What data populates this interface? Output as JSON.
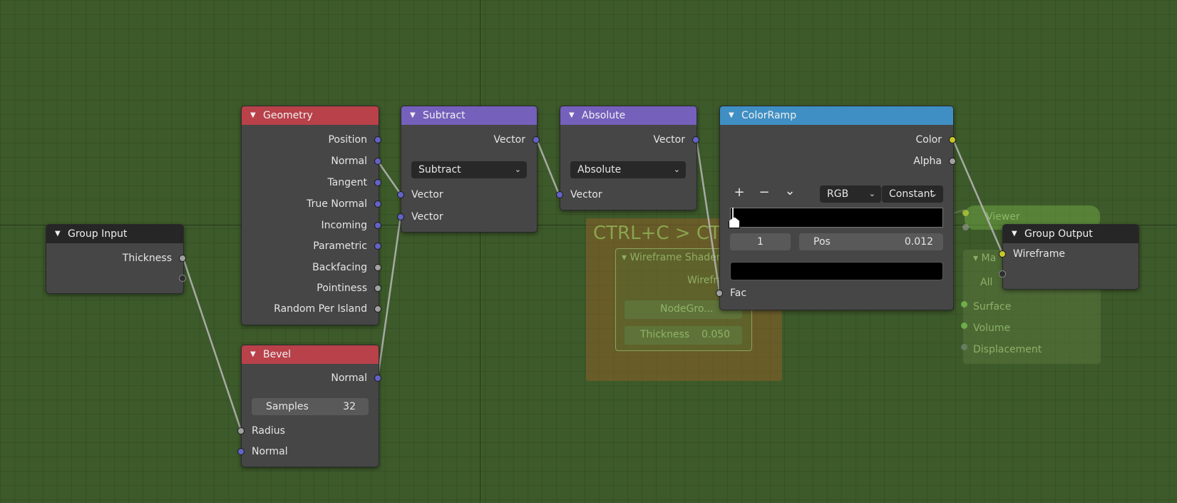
{
  "nodes": {
    "group_input": {
      "title": "Group Input",
      "outputs": [
        "Thickness"
      ]
    },
    "geometry": {
      "title": "Geometry",
      "outputs": [
        "Position",
        "Normal",
        "Tangent",
        "True Normal",
        "Incoming",
        "Parametric",
        "Backfacing",
        "Pointiness",
        "Random Per Island"
      ]
    },
    "bevel": {
      "title": "Bevel",
      "output": "Normal",
      "samples_label": "Samples",
      "samples_value": "32",
      "inputs": [
        "Radius",
        "Normal"
      ]
    },
    "subtract": {
      "title": "Subtract",
      "output": "Vector",
      "operation": "Subtract",
      "inputs": [
        "Vector",
        "Vector"
      ]
    },
    "absolute": {
      "title": "Absolute",
      "output": "Vector",
      "operation": "Absolute",
      "input": "Vector"
    },
    "colorramp": {
      "title": "ColorRamp",
      "outputs": [
        "Color",
        "Alpha"
      ],
      "add": "+",
      "remove": "−",
      "menu": "⌄",
      "color_mode": "RGB",
      "interpolation": "Constant",
      "stop_index": "1",
      "pos_label": "Pos",
      "pos_value": "0.012",
      "input": "Fac"
    },
    "group_output": {
      "title": "Group Output",
      "input": "Wireframe"
    }
  },
  "background": {
    "frame_title": "CTRL+C > CTRL+V",
    "frame_node_title": "Wireframe Shader",
    "frame_node_output": "Wireframe",
    "frame_node_group": "NodeGro...",
    "frame_node_param": "Thickness",
    "frame_node_value": "0.050",
    "viewer": "Viewer",
    "material_title": "Ma",
    "material_target": "All",
    "material_inputs": [
      "Surface",
      "Volume",
      "Displacement"
    ]
  },
  "colors": {
    "background": "#3d5a2a",
    "node_body": "#464646",
    "header_red": "#b8414a",
    "header_purple": "#7560bc",
    "header_blue": "#3f8fc4",
    "socket_vector": "#6363c7",
    "socket_float": "#a1a1a1",
    "socket_color": "#c7c729"
  }
}
